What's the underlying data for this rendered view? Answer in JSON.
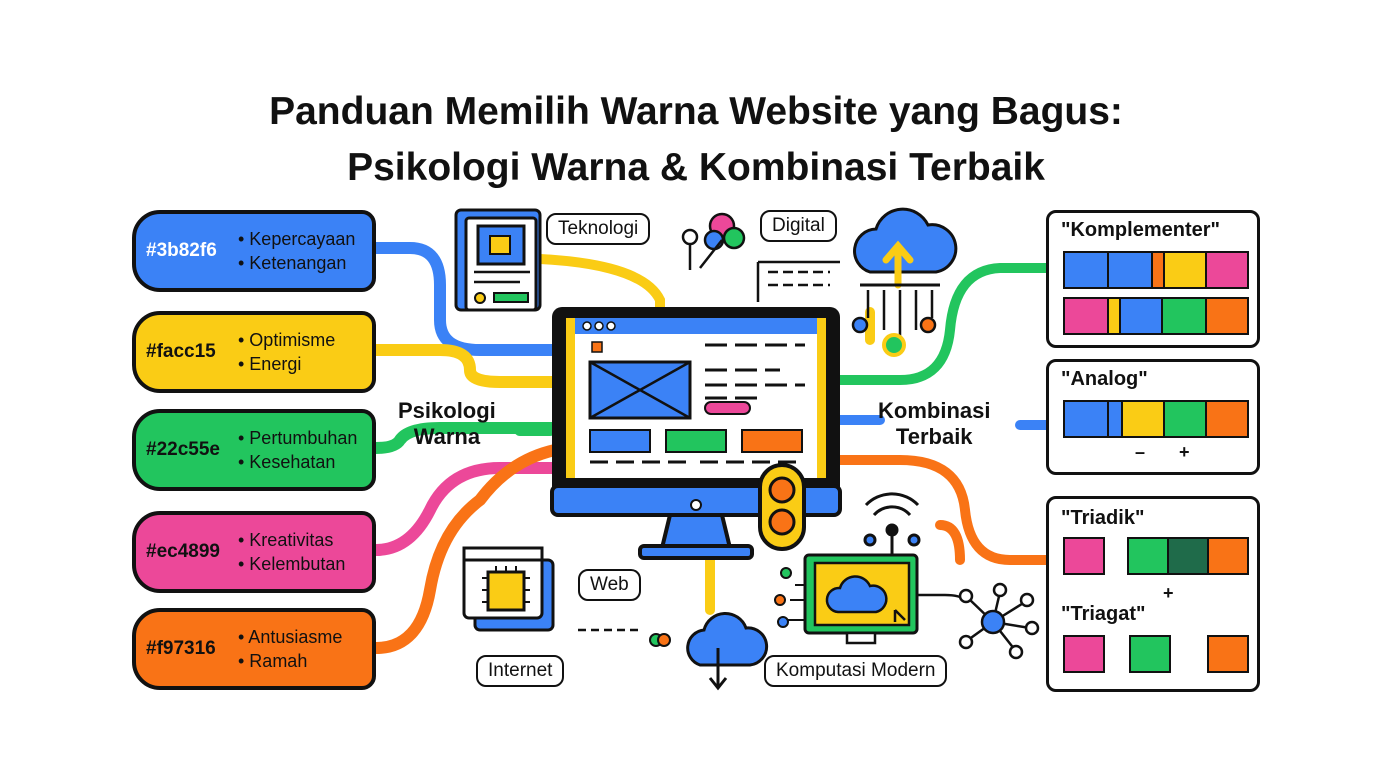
{
  "title": {
    "line1": "Panduan Memilih Warna Website yang Bagus:",
    "line2": "Psikologi Warna & Kombinasi Terbaik"
  },
  "colors": [
    {
      "hex": "#3b82f6",
      "traits": [
        "• Kepercayaan",
        "• Ketenangan"
      ]
    },
    {
      "hex": "#facc15",
      "traits": [
        "• Optimisme",
        "• Energi"
      ]
    },
    {
      "hex": "#22c55e",
      "traits": [
        "• Pertumbuhan",
        "• Kesehatan"
      ]
    },
    {
      "hex": "#ec4899",
      "traits": [
        "• Kreativitas",
        "• Kelembutan"
      ]
    },
    {
      "hex": "#f97316",
      "traits": [
        "• Antusiasme",
        "• Ramah"
      ]
    }
  ],
  "labels": {
    "psikologi": [
      "Psikologi",
      "Warna"
    ],
    "kombinasi": [
      "Kombinasi",
      "Terbaik"
    ]
  },
  "tags": {
    "teknologi": "Teknologi",
    "digital": "Digital",
    "web": "Web",
    "internet": "Internet",
    "komputasi": "Komputasi Modern"
  },
  "schemes": {
    "komplementer": "\"Komplementer\"",
    "analog": "\"Analog\"",
    "analog_minus": "–",
    "analog_plus": "+",
    "triadik": "\"Triadik\"",
    "triadik_plus": "+",
    "triagat": "\"Triagat\""
  },
  "accent": {
    "blue": "#3b82f6",
    "yellow": "#facc15",
    "green": "#22c55e",
    "pink": "#ec4899",
    "orange": "#f97316",
    "dark_green": "#1f6b4a"
  },
  "icons": [
    "monitor-icon",
    "cloud-upload-icon",
    "cloud-download-icon",
    "cpu-chip-icon",
    "network-node-icon",
    "palette-icon",
    "traffic-light-icon",
    "wifi-icon"
  ]
}
